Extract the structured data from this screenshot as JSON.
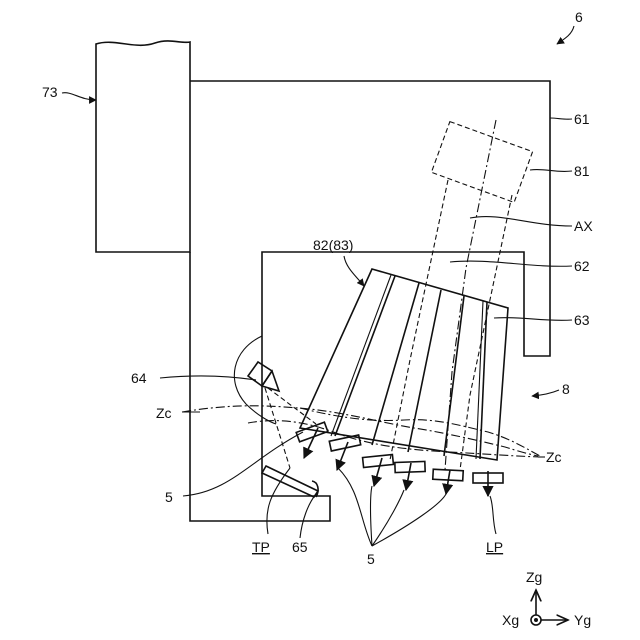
{
  "figure": {
    "ref_6": "6",
    "ref_73": "73",
    "ref_61": "61",
    "ref_81": "81",
    "ref_AX": "AX",
    "ref_82_83": "82(83)",
    "ref_62": "62",
    "ref_63": "63",
    "ref_8": "8",
    "ref_64": "64",
    "ref_Zc_left": "Zc",
    "ref_Zc_right": "Zc",
    "ref_5_left": "5",
    "ref_5_bottom": "5",
    "ref_TP": "TP",
    "ref_65": "65",
    "ref_LP": "LP"
  },
  "axes": {
    "z_label": "Zg",
    "x_label": "Xg",
    "y_label": "Yg"
  }
}
